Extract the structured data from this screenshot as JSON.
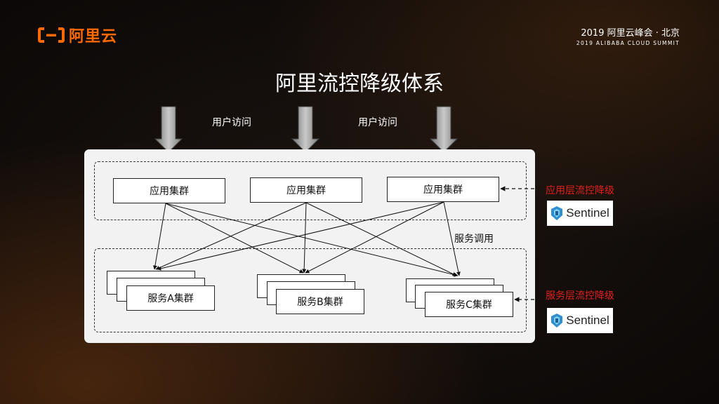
{
  "header": {
    "logo_text": "阿里云",
    "summit_line1": "2019 阿里云峰会 · 北京",
    "summit_line2": "2019 ALIBABA CLOUD SUMMIT"
  },
  "diagram": {
    "title": "阿里流控降级体系",
    "user_access_labels": [
      "用户访问",
      "用户访问"
    ],
    "app_clusters": [
      "应用集群",
      "应用集群",
      "应用集群"
    ],
    "service_clusters": [
      "服务A集群",
      "服务B集群",
      "服务C集群"
    ],
    "service_call_label": "服务调用",
    "app_layer_label": "应用层流控降级",
    "service_layer_label": "服务层流控降级",
    "sentinel_label": "Sentinel"
  },
  "colors": {
    "brand_orange": "#ff6a00",
    "label_red": "#e0201c"
  }
}
